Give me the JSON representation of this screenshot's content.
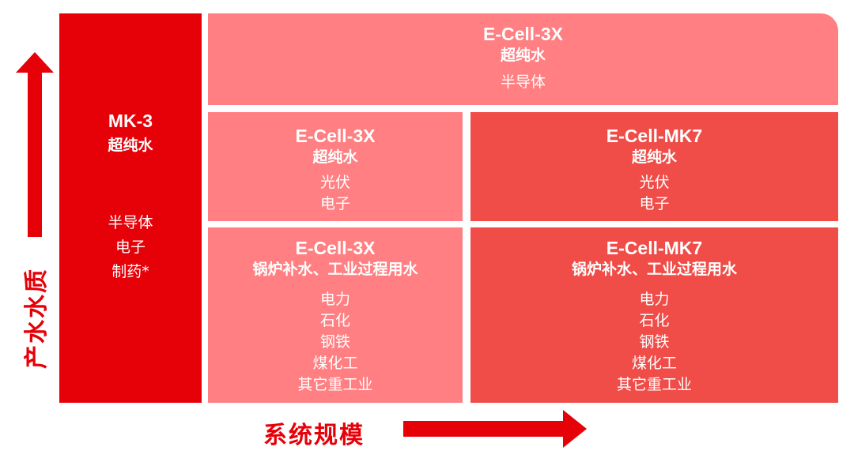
{
  "axes": {
    "y_label": "产水水质",
    "x_label": "系统规模"
  },
  "left": {
    "title": "MK-3",
    "subtitle": "超纯水",
    "items": [
      "半导体",
      "电子",
      "制药*"
    ]
  },
  "top": {
    "title": "E-Cell-3X",
    "subtitle": "超纯水",
    "items": [
      "半导体"
    ]
  },
  "mid_left": {
    "title": "E-Cell-3X",
    "subtitle": "超纯水",
    "items": [
      "光伏",
      "电子"
    ]
  },
  "mid_right": {
    "title": "E-Cell-MK7",
    "subtitle": "超纯水",
    "items": [
      "光伏",
      "电子"
    ]
  },
  "bot_left": {
    "title": "E-Cell-3X",
    "subtitle": "锅炉补水、工业过程用水",
    "items": [
      "电力",
      "石化",
      "钢铁",
      "煤化工",
      "其它重工业"
    ]
  },
  "bot_right": {
    "title": "E-Cell-MK7",
    "subtitle": "锅炉补水、工业过程用水",
    "items": [
      "电力",
      "石化",
      "钢铁",
      "煤化工",
      "其它重工业"
    ]
  },
  "colors": {
    "dark": "#e60008",
    "light": "#ff7f82",
    "medium": "#f04c48"
  }
}
